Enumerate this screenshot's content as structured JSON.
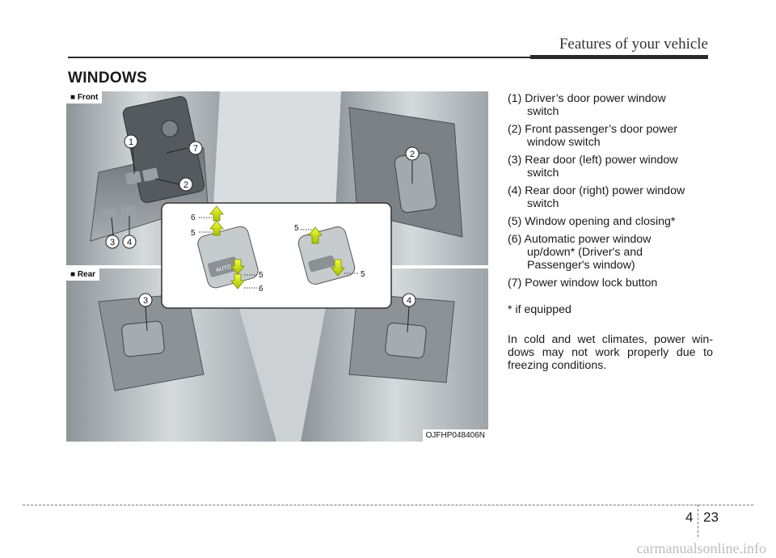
{
  "header": {
    "title": "Features of your vehicle"
  },
  "section": {
    "title": "WINDOWS"
  },
  "figure": {
    "tag_front": "■ Front",
    "tag_rear": "■ Rear",
    "code": "OJFHP048406N",
    "callouts": [
      "1",
      "7",
      "2",
      "3",
      "4",
      "2",
      "3",
      "4"
    ],
    "inset_labels": [
      "6",
      "5",
      "5",
      "6",
      "5",
      "5"
    ],
    "inset_button_text": "AUTO"
  },
  "list": [
    {
      "first": "(1) Driver’s door power window",
      "cont": [
        "switch"
      ]
    },
    {
      "first": "(2) Front passenger’s door power",
      "cont": [
        "window switch"
      ]
    },
    {
      "first": "(3) Rear door (left) power window",
      "cont": [
        "switch"
      ]
    },
    {
      "first": "(4) Rear door (right) power window",
      "cont": [
        "switch"
      ]
    },
    {
      "first": "(5) Window opening and closing*",
      "cont": []
    },
    {
      "first": "(6) Automatic power window",
      "cont": [
        "up/down* (Driver's and",
        "Passenger's window)"
      ]
    },
    {
      "first": "(7) Power window lock button",
      "cont": []
    }
  ],
  "footnote": "* if equipped",
  "note_lines": [
    "In cold and wet climates, power win-",
    "dows may not work properly due to",
    "freezing conditions."
  ],
  "footer": {
    "chapter": "4",
    "page": "23"
  },
  "watermark": "carmanualsonline.info"
}
